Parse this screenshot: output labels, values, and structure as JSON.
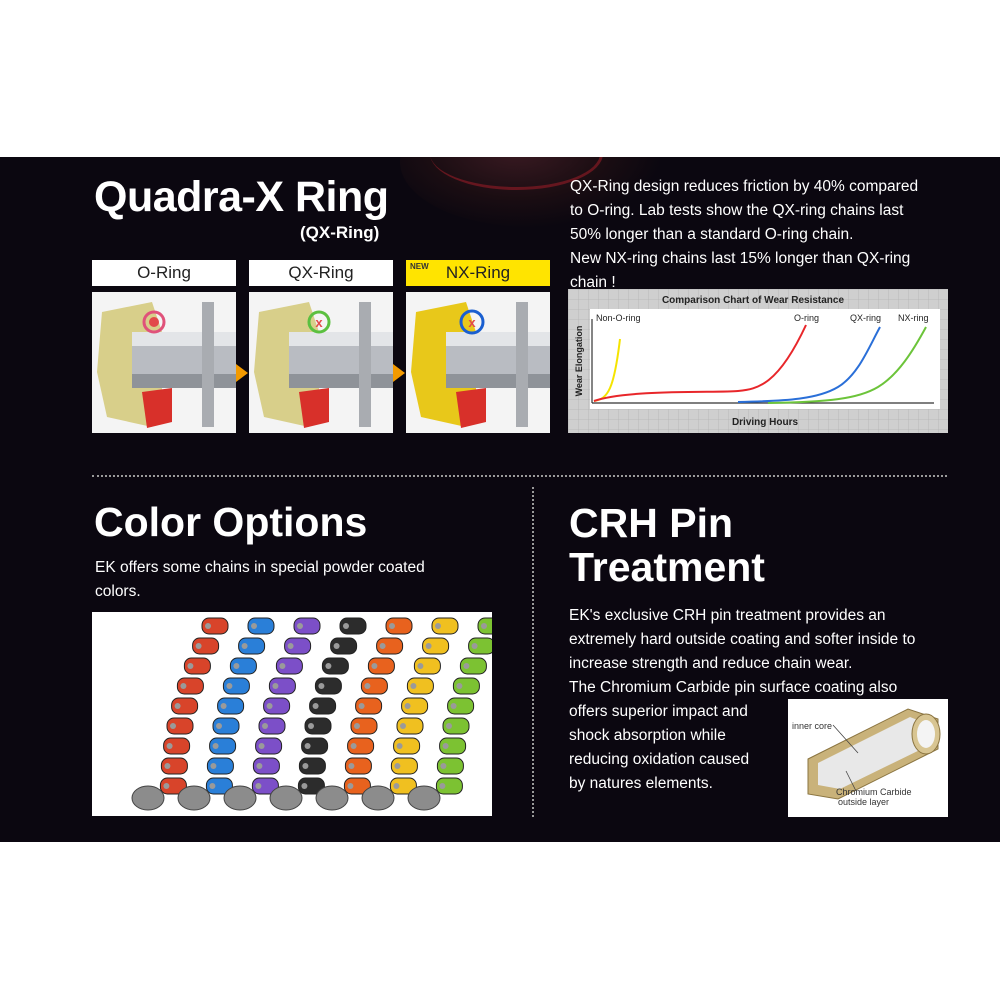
{
  "qx": {
    "title": "Quadra-X Ring",
    "subtitle": "(QX-Ring)",
    "rings": [
      {
        "label": "O-Ring"
      },
      {
        "label": "QX-Ring"
      },
      {
        "label": "NX-Ring",
        "tag": "NEW"
      }
    ],
    "description": [
      "QX-Ring design reduces friction by 40% compared",
      "to O-ring.  Lab tests show the QX-ring chains last",
      "50% longer than a standard O-ring chain.",
      "New NX-ring chains last 15% longer than QX-ring",
      "chain !"
    ]
  },
  "chart_data": {
    "type": "line",
    "title": "Comparison Chart of Wear Resistance",
    "xlabel": "Driving Hours",
    "ylabel": "Wear Elongation",
    "grid": true,
    "series": [
      {
        "name": "Non-O-ring",
        "color": "#f5e400"
      },
      {
        "name": "O-ring",
        "color": "#e8262a"
      },
      {
        "name": "QX-ring",
        "color": "#2a6fd8"
      },
      {
        "name": "NX-ring",
        "color": "#6cc43a"
      }
    ]
  },
  "color_options": {
    "title": "Color Options",
    "description": [
      "EK offers some chains in special powder coated",
      "colors."
    ],
    "chain_colors": [
      "#d8442a",
      "#2a7fd8",
      "#7c4fc8",
      "#2c2c2c",
      "#e8621e",
      "#f0c020",
      "#7cc232"
    ]
  },
  "crh": {
    "title_line1": "CRH Pin",
    "title_line2": "Treatment",
    "description_wide": [
      "EK's exclusive CRH pin treatment provides an",
      "extremely hard outside coating and softer inside to",
      "increase strength and reduce chain wear.",
      "The Chromium Carbide pin surface coating also"
    ],
    "description_narrow": [
      "offers superior impact and",
      "shock absorption while",
      "reducing oxidation caused",
      "by natures elements."
    ],
    "pin_labels": {
      "inner": "inner core",
      "outer1": "Chromium Carbide",
      "outer2": "outside layer"
    }
  }
}
